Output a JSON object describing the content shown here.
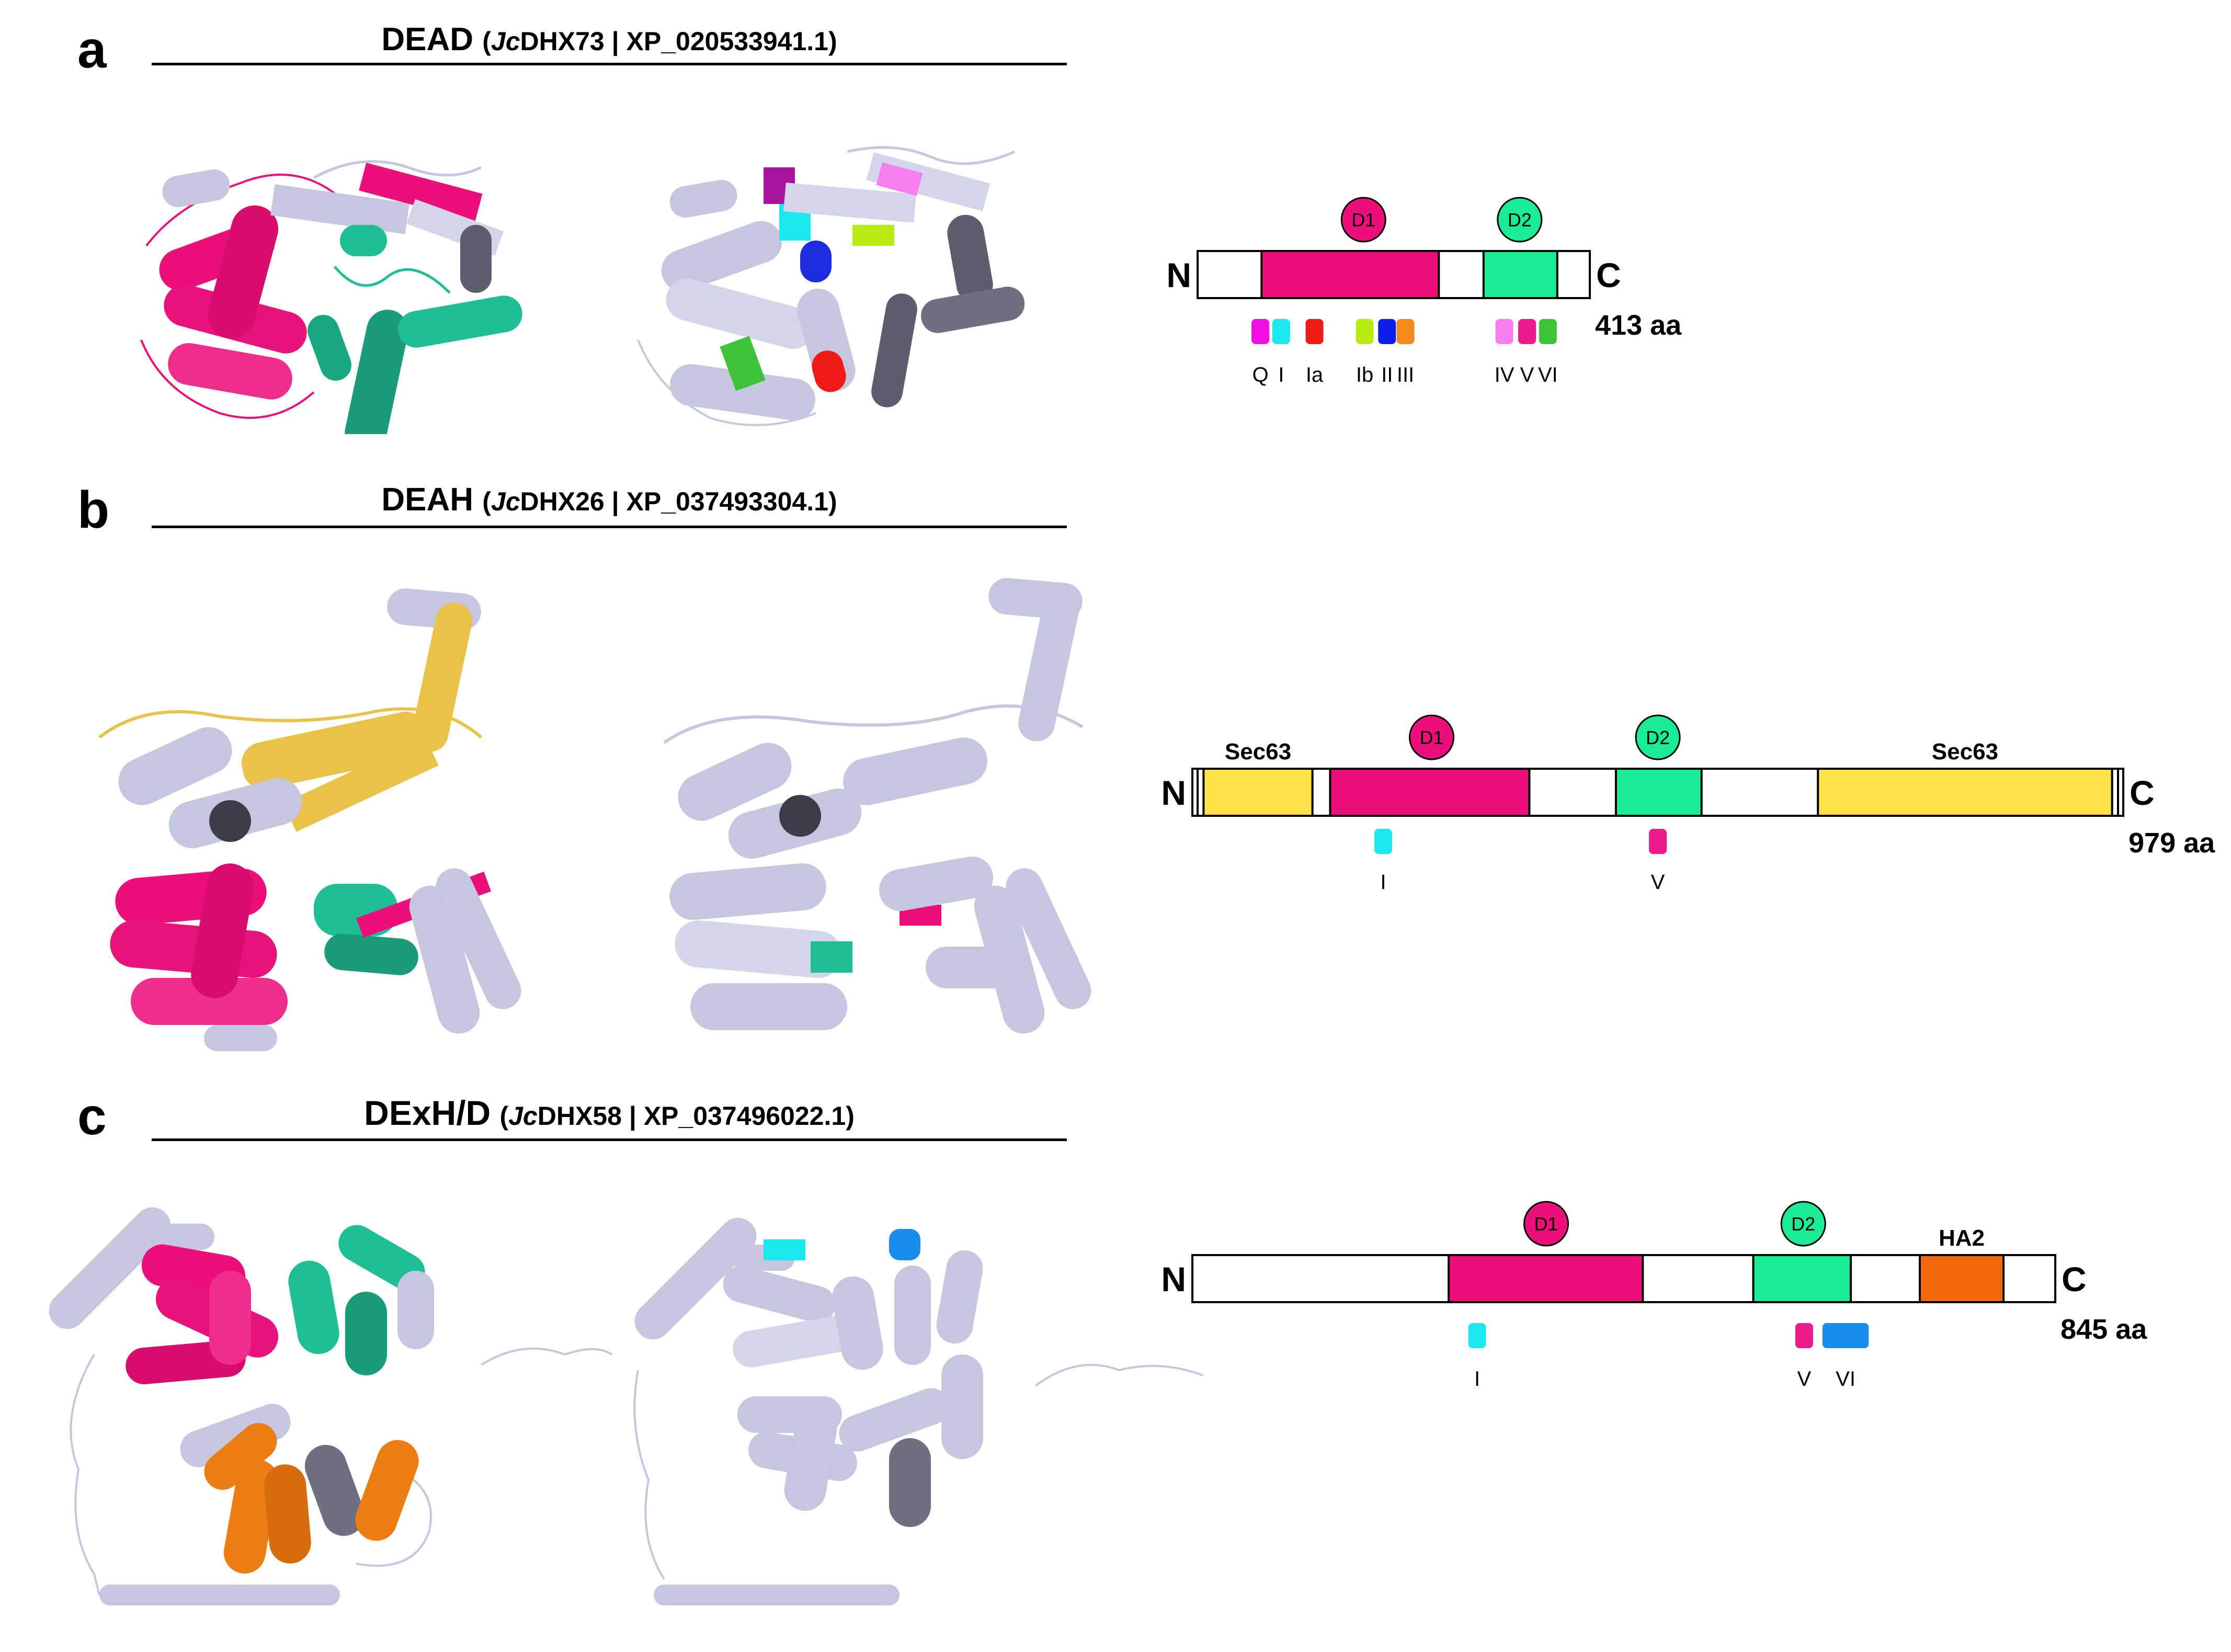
{
  "colors": {
    "d1": "#ec0f7a",
    "d2": "#19ec92",
    "sec63": "#ffe24a",
    "ha2": "#f26a0a",
    "grey": "#c4c7de",
    "grey_dark": "#6e7081",
    "teal": "#1fbf96",
    "gold": "#e9c24a",
    "orange": "#ec7d12"
  },
  "panels": [
    {
      "letter": "a",
      "title_main": "DEAD",
      "title_gene_italic": "Jc",
      "title_gene": "DHX73",
      "title_acc": "XP_020533941.1",
      "N": "N",
      "C": "C",
      "length": "413 aa",
      "domains": [
        {
          "label": "",
          "color": "#ec0f7a",
          "start": 0.163,
          "end": 0.615
        },
        {
          "label": "",
          "color": "#19ec92",
          "start": 0.729,
          "end": 0.917
        }
      ],
      "badges": [
        {
          "label": "D1",
          "color": "#ec0f7a",
          "pos": 0.423
        },
        {
          "label": "D2",
          "color": "#19ec92",
          "pos": 0.821
        }
      ],
      "motifs": [
        {
          "label": "Q",
          "color": "#f00fe0",
          "pos": 0.16
        },
        {
          "label": "I",
          "color": "#1de8f0",
          "pos": 0.213
        },
        {
          "label": "Ia",
          "color": "#f01a16",
          "pos": 0.298
        },
        {
          "label": "Ib",
          "color": "#b6ec12",
          "pos": 0.426
        },
        {
          "label": "II",
          "color": "#0d1ee8",
          "pos": 0.483
        },
        {
          "label": "III",
          "color": "#f58a1a",
          "pos": 0.53
        },
        {
          "label": "IV",
          "color": "#f77ef0",
          "pos": 0.782
        },
        {
          "label": "V",
          "color": "#ec1a8a",
          "pos": 0.84
        },
        {
          "label": "VI",
          "color": "#3ec23a",
          "pos": 0.893
        }
      ]
    },
    {
      "letter": "b",
      "title_main": "DEAH",
      "title_gene_italic": "Jc",
      "title_gene": "DHX26",
      "title_acc": "XP_037493304.1",
      "N": "N",
      "C": "C",
      "length": "979 aa",
      "domains": [
        {
          "label": "Sec63",
          "color": "#ffe24a",
          "start": 0.012,
          "end": 0.129
        },
        {
          "label": "",
          "color": "#ec0f7a",
          "start": 0.148,
          "end": 0.362
        },
        {
          "label": "",
          "color": "#19ec92",
          "start": 0.455,
          "end": 0.547
        },
        {
          "label": "Sec63",
          "color": "#ffe24a",
          "start": 0.672,
          "end": 0.988
        }
      ],
      "badges": [
        {
          "label": "D1",
          "color": "#ec0f7a",
          "pos": 0.257
        },
        {
          "label": "D2",
          "color": "#19ec92",
          "pos": 0.5
        }
      ],
      "motifs": [
        {
          "label": "I",
          "color": "#1de8f0",
          "pos": 0.205
        },
        {
          "label": "V",
          "color": "#ec1a8a",
          "pos": 0.5
        }
      ]
    },
    {
      "letter": "c",
      "title_main": "DExH/D",
      "title_gene_italic": "Jc",
      "title_gene": "DHX58",
      "title_acc": "XP_037496022.1",
      "N": "N",
      "C": "C",
      "length": "845 aa",
      "domains": [
        {
          "label": "",
          "color": "#ec0f7a",
          "start": 0.297,
          "end": 0.522
        },
        {
          "label": "",
          "color": "#19ec92",
          "start": 0.65,
          "end": 0.763
        },
        {
          "label": "HA2",
          "color": "#f26a0a",
          "start": 0.843,
          "end": 0.94
        }
      ],
      "badges": [
        {
          "label": "D1",
          "color": "#ec0f7a",
          "pos": 0.41
        },
        {
          "label": "D2",
          "color": "#19ec92",
          "pos": 0.708
        }
      ],
      "motifs": [
        {
          "label": "I",
          "color": "#1de8f0",
          "pos": 0.33
        },
        {
          "label": "V",
          "color": "#ec1a8a",
          "pos": 0.709
        },
        {
          "label": "VI",
          "color": "#1a8cf0",
          "pos": 0.757,
          "wide": true
        }
      ]
    }
  ]
}
